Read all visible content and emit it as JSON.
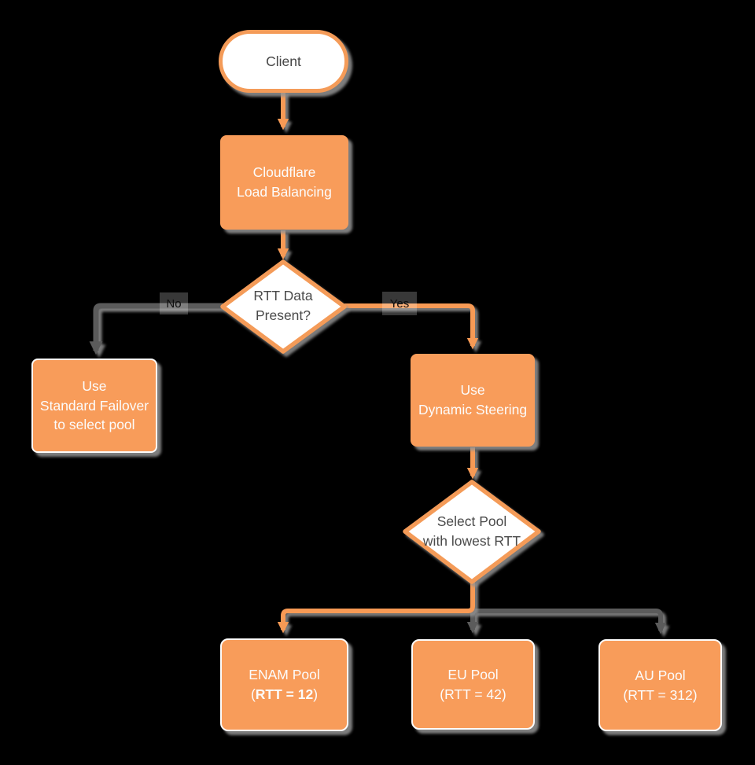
{
  "canvas": {
    "background": "#000000"
  },
  "colors": {
    "node_orange": "#F89C5A",
    "shape_border_orange": "#F49B58",
    "connector_gray": "#5B5B5B",
    "connector_orange": "#F79A55",
    "shadow_gray": "#949494",
    "white_text": "#FCFCFC",
    "dark_text": "#4A4A4A"
  },
  "nodes": {
    "client": {
      "shape": "terminator",
      "label": "Client"
    },
    "load_balancing": {
      "shape": "process",
      "label": "Cloudflare\nLoad Balancing"
    },
    "rtt_decision": {
      "shape": "decision",
      "label": "RTT Data\nPresent?"
    },
    "standard_failover": {
      "shape": "process",
      "label": "Use\nStandard Failover\nto select pool"
    },
    "dynamic_steering": {
      "shape": "process",
      "label": "Use\nDynamic Steering"
    },
    "select_pool": {
      "shape": "decision",
      "label": "Select Pool\nwith lowest RTT"
    },
    "enam_pool": {
      "shape": "process",
      "title": "ENAM Pool",
      "paren_open": "(",
      "rtt_bold": "RTT = 12",
      "paren_close": ")"
    },
    "eu_pool": {
      "shape": "process",
      "title": "EU Pool",
      "rtt": "(RTT = 42)"
    },
    "au_pool": {
      "shape": "process",
      "title": "AU Pool",
      "rtt": "(RTT = 312)"
    }
  },
  "edges": [
    {
      "from": "client",
      "to": "load_balancing",
      "color": "orange"
    },
    {
      "from": "load_balancing",
      "to": "rtt_decision",
      "color": "orange"
    },
    {
      "from": "rtt_decision",
      "to": "standard_failover",
      "label": "No",
      "color": "gray"
    },
    {
      "from": "rtt_decision",
      "to": "dynamic_steering",
      "label": "Yes",
      "color": "orange"
    },
    {
      "from": "dynamic_steering",
      "to": "select_pool",
      "color": "orange"
    },
    {
      "from": "select_pool",
      "to": "enam_pool",
      "color": "orange"
    },
    {
      "from": "select_pool",
      "to": "eu_pool",
      "color": "gray"
    },
    {
      "from": "select_pool",
      "to": "au_pool",
      "color": "gray"
    }
  ]
}
